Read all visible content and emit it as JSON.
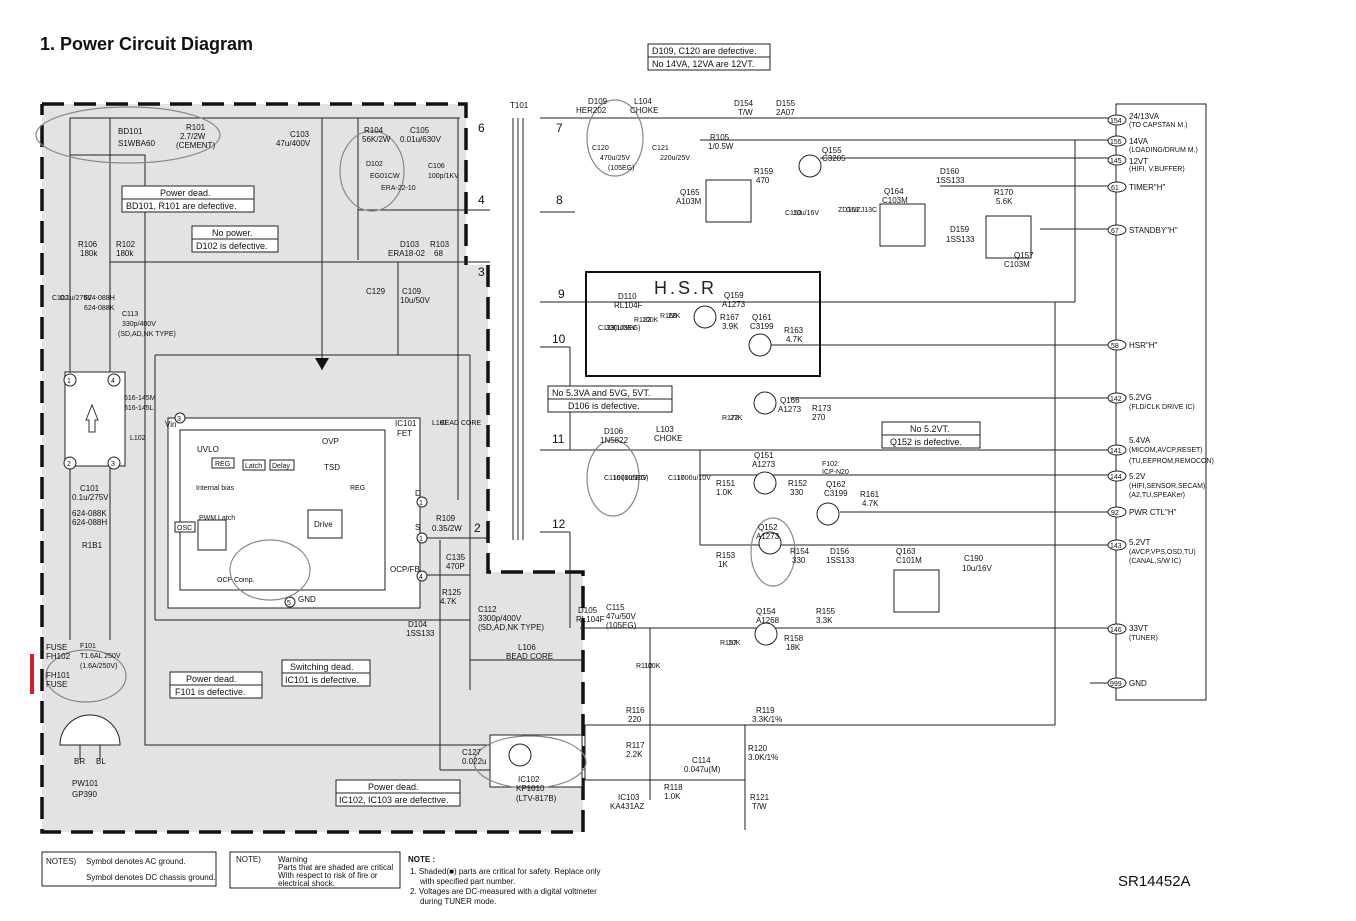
{
  "title": "1. Power Circuit Diagram",
  "code": "SR14452A",
  "annotations": [
    {
      "id": "d109",
      "l1": "D109, C120 are defective.",
      "l2": "No 14VA, 12VA are 12VT."
    },
    {
      "id": "pd1",
      "l1": "Power dead.",
      "l2": "BD101, R101 are defective."
    },
    {
      "id": "np",
      "l1": "No power.",
      "l2": "D102 is defective."
    },
    {
      "id": "no53",
      "l1": "No 5.3VA and 5VG, 5VT.",
      "l2": "D106 is defective."
    },
    {
      "id": "no52",
      "l1": "No 5.2VT.",
      "l2": "Q152 is defective."
    },
    {
      "id": "pd2",
      "l1": "Power dead.",
      "l2": "F101 is defective."
    },
    {
      "id": "sd",
      "l1": "Switching dead.",
      "l2": "IC101 is defective."
    },
    {
      "id": "pd3",
      "l1": "Power dead.",
      "l2": "IC102, IC103 are defective."
    }
  ],
  "connector": [
    {
      "pin": "154",
      "label": "24/13VA",
      "sub": "(TO CAPSTAN M.)"
    },
    {
      "pin": "155",
      "label": "14VA",
      "sub": "(LOADING/DRUM M.)"
    },
    {
      "pin": "145",
      "label": "12VT",
      "sub": "(HIFI, V.BUFFER)"
    },
    {
      "pin": "61",
      "label": "TIMER\"H\"",
      "sub": ""
    },
    {
      "pin": "67",
      "label": "STANDBY\"H\"",
      "sub": ""
    },
    {
      "pin": "58",
      "label": "HSR\"H\"",
      "sub": ""
    },
    {
      "pin": "142",
      "label": "5.2VG",
      "sub": "(FLD/CLK DRIVE IC)"
    },
    {
      "pin": "141",
      "label": "5.4VA",
      "sub": "(MICOM,AVCP,RESET)"
    },
    {
      "pin": "",
      "label": "",
      "sub": "(TU,EEPROM,REMOCON)"
    },
    {
      "pin": "144",
      "label": "5.2V",
      "sub": "(HIFI,SENSOR,SECAM)"
    },
    {
      "pin": "",
      "label": "",
      "sub": "(A2,TU,SPEAKer)"
    },
    {
      "pin": "92",
      "label": "PWR CTL\"H\"",
      "sub": ""
    },
    {
      "pin": "143",
      "label": "5.2VT",
      "sub": "(AVCP,VPS,OSD,TU)"
    },
    {
      "pin": "",
      "label": "",
      "sub": "(CANAL,S/W IC)"
    },
    {
      "pin": "146",
      "label": "33VT",
      "sub": "(TUNER)"
    },
    {
      "pin": "999",
      "label": "GND",
      "sub": ""
    }
  ],
  "parts": {
    "bd101": "BD101",
    "bd101v": "S1WBA60",
    "r101": "R101",
    "r101v": "2.7/2W",
    "r101v2": "(CEMENT)",
    "c103": "C103",
    "c103v": "47u/400V",
    "r104": "R104",
    "r104v": "56K/2W",
    "c105": "C105",
    "c105v": "0.01u/630V",
    "d102": "D102",
    "d102v": "EG01CW",
    "d102v2": "ERA-22-10",
    "c106": "C106",
    "c106v": "100p/1KV",
    "r106": "R106",
    "r106v": "180k",
    "r102": "R102",
    "r102v": "180k",
    "d103": "D103",
    "d103v": "ERA18-02",
    "r103": "R103",
    "r103v": "68",
    "c102": "C102",
    "c102v": "0.1u/275V",
    "r624a": "624-088H",
    "r624b": "624-088K",
    "c113": "C113",
    "c113v": "330p/400V",
    "c113v2": "(SD,AD,NK TYPE)",
    "c129": "C129",
    "c109": "C109",
    "c109v": "10u/50V",
    "l101": "L101",
    "l101v": "BEAD CORE",
    "l102": "L102",
    "l102v1": "616-145M",
    "l102v2": "616-145L",
    "ic101": "IC101",
    "ic101v": "FET",
    "vin": "Vin",
    "uvlo": "UVLO",
    "reg": "REG",
    "latch": "Latch",
    "delay": "Delay",
    "ovp": "OVP",
    "tsd": "TSD",
    "ibias": "Internal bias",
    "reg2": "REG",
    "osc": "OSC",
    "pwm": "PWM Latch",
    "drive": "Drive",
    "ocp": "OCP Comp.",
    "pin_d": "D",
    "pin_s": "S",
    "pin_gnd": "GND",
    "pin_ocp": "OCP/FB",
    "r109": "R109",
    "r109v": "0.35/2W",
    "c135": "C135",
    "c135v": "470P",
    "r125": "R125",
    "r125v": "4.7K",
    "c101": "C101",
    "c101v": "0.1u/275V",
    "c101v2": "624-088K",
    "c101v3": "624-088H",
    "r1b1": "R1B1",
    "fuse1": "FUSE",
    "fh102": "FH102",
    "fh101": "FH101",
    "fuse2": "FUSE",
    "f101": "F101",
    "f101v": "T1.6AL 250V",
    "f101v2": "(1.6A/250V)",
    "pw101": "PW101",
    "pw101v": "GP390",
    "br": "BR",
    "bl": "BL",
    "d104": "D104",
    "d104v": "1SS133",
    "c112": "C112",
    "c112v": "3300p/400V",
    "c112v2": "(SD,AD,NK TYPE)",
    "l106": "L106",
    "l106v": "BEAD CORE",
    "c127": "C127",
    "c127v": "0.022u",
    "ic102": "IC102",
    "ic102v": "KP1010",
    "ic102v2": "(LTV-817B)",
    "ic103": "IC103",
    "ic103v": "KA431AZ",
    "t101": "T101",
    "d109": "D109",
    "d109v": "HER202",
    "c120": "C120",
    "c120v": "470u/25V",
    "c120v2": "(105EG)",
    "c121": "C121",
    "c121v": "220u/25V",
    "l104": "L104",
    "l104v": "CHOKE",
    "d154": "D154",
    "d154v": "T/W",
    "d155": "D155",
    "d155v": "2A07",
    "r105": "R105",
    "r105v": "1/0.5W",
    "q155": "Q155",
    "q155v": "C3205",
    "r159": "R159",
    "r159v": "470",
    "q165": "Q165",
    "q165v": "A103M",
    "c153": "C153",
    "c153v": "10u/16V",
    "zd151": "ZD151",
    "zd151v": "GDZJ13C",
    "q164": "Q164",
    "q164v": "C103M",
    "d160": "D160",
    "d160v": "1SS133",
    "r170": "R170",
    "r170v": "5.6K",
    "d159": "D159",
    "d159v": "1SS133",
    "q157": "Q157",
    "q157v": "C103M",
    "hsr": "H.S.R",
    "d110": "D110",
    "d110v": "RL104F",
    "c123": "C123",
    "c123v": "330u/35V",
    "c123v2": "(105EG)",
    "r122": "R122",
    "r122v": "100K",
    "r166": "R166",
    "r166v": "22K",
    "q159": "Q159",
    "q159v": "A1273",
    "r167": "R167",
    "r167v": "3.9K",
    "q161": "Q161",
    "q161v": "C3199",
    "r163": "R163",
    "r163v": "4.7K",
    "q166": "Q166",
    "q166v": "A1273",
    "r172": "R172",
    "r172v": "27K",
    "r173": "R173",
    "r173v": "270",
    "d106": "D106",
    "d106v": "1N5822",
    "l103": "L103",
    "l103v": "CHOKE",
    "c116": "C116",
    "c116v": "1000u/16V",
    "c116v2": "(105EG)",
    "c117": "C117",
    "c117v": "1000u/10V",
    "q151": "Q151",
    "q151v": "A1273",
    "r151": "R151",
    "r151v": "1.0K",
    "r152": "R152",
    "r152v": "330",
    "f102": "F102",
    "f102v": "ICP-N20",
    "q162": "Q162",
    "q162v": "C3199",
    "r161": "R161",
    "r161v": "4.7K",
    "q152": "Q152",
    "q152v": "A1273",
    "r153": "R153",
    "r153v": "1K",
    "r154": "R154",
    "r154v": "330",
    "d156": "D156",
    "d156v": "1SS133",
    "q163": "Q163",
    "q163v": "C101M",
    "c190": "C190",
    "c190v": "10u/16V",
    "d105": "D105",
    "d105v": "RL104F",
    "c115": "C115",
    "c115v": "47u/50V",
    "c115v2": "(105EG)",
    "r112": "R112",
    "r112v": "100K",
    "q154": "Q154",
    "q154v": "A1268",
    "r155": "R155",
    "r155v": "3.3K",
    "r157": "R157",
    "r157v": "10K",
    "r158": "R158",
    "r158v": "18K",
    "r116": "R116",
    "r116v": "220",
    "r117": "R117",
    "r117v": "2.2K",
    "r118": "R118",
    "r118v": "1.0K",
    "c114": "C114",
    "c114v": "0.047u(M)",
    "r119": "R119",
    "r119v": "3.3K/1%",
    "r120": "R120",
    "r120v": "3.0K/1%",
    "r121": "R121",
    "r121v": "T/W"
  },
  "pins": {
    "p1": "1",
    "p2": "2",
    "p3": "3",
    "p4": "4",
    "p5": "5",
    "p6": "6",
    "p7": "7",
    "p8": "8",
    "p9": "9",
    "p10": "10",
    "p11": "11",
    "p12": "12"
  },
  "notes": {
    "n1t": "NOTES)",
    "n1a": "Symbol denotes AC ground.",
    "n1b": "Symbol denotes DC chassis ground.",
    "n2t": "NOTE)",
    "n2a": "Warning",
    "n2b": "Parts that are shaded are critical",
    "n2c": "With respect to risk of fire or",
    "n2d": "electrical shock.",
    "n3t": "NOTE :",
    "n3a": "1. Shaded(■) parts are critical for safety. Replace only",
    "n3b": "with specified part number.",
    "n3c": "2. Voltages are DC-measured with a digital voltmeter",
    "n3d": "during TUNER mode."
  }
}
